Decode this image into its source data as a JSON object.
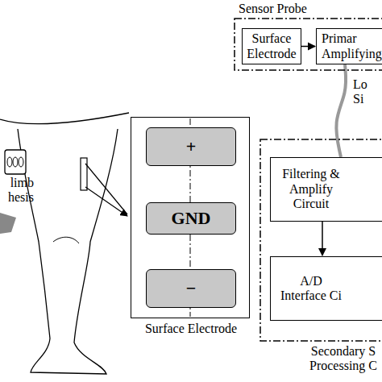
{
  "diagram": {
    "nodes": [
      {
        "text": [
          "Sensor Probe"
        ]
      },
      {
        "text": [
          "Surface Electrode"
        ],
        "in": 0
      },
      {
        "text": [
          "Primar Amplifying"
        ],
        "in": 0
      },
      {
        "text": [
          "Surface Electrode"
        ]
      },
      {
        "text": [
          "+"
        ],
        "in": 3
      },
      {
        "text": [
          "GND"
        ],
        "in": 3
      },
      {
        "text": [
          "−"
        ],
        "in": 3
      },
      {
        "text": [
          "Secondary S Processing C"
        ]
      },
      {
        "text": [
          "Filtering & Amplify Circuit"
        ],
        "in": 7
      },
      {
        "text": [
          "A/D Interface Ci"
        ],
        "in": 7
      }
    ],
    "edges": [
      {
        "from": 1,
        "to": 2,
        "arrow": "to"
      },
      {
        "from": 2,
        "to": 8,
        "label": "Lo Si",
        "arrow": "none"
      },
      {
        "from": 8,
        "to": 9,
        "arrow": "to"
      }
    ],
    "labels": [
      "limb hesis"
    ]
  }
}
